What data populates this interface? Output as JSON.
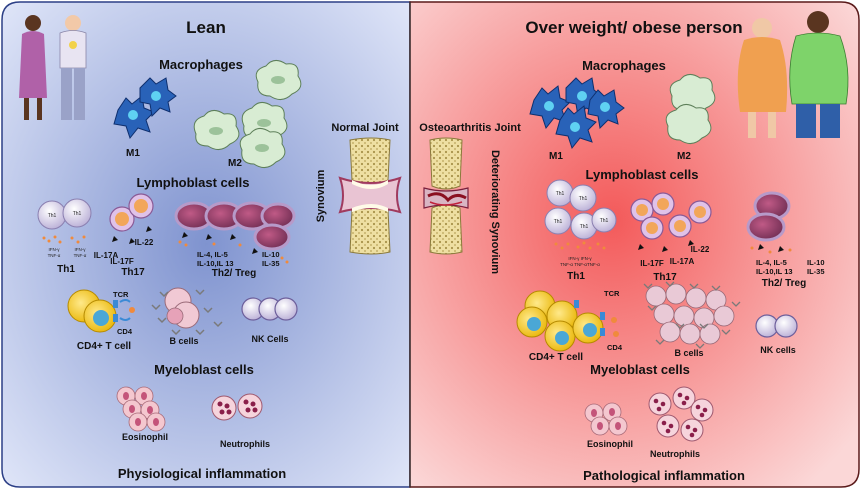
{
  "lean": {
    "title": "Lean",
    "macrophages": "Macrophages",
    "m1": "M1",
    "m2": "M2",
    "lymphoblast": "Lymphoblast cells",
    "th_cell": "Th1",
    "ifn_tnf_a": "IFN-γ",
    "ifn_tnf_b": "TNF-α",
    "th1": "Th1",
    "il17a": "IL-17A",
    "il17f": "IL-17F",
    "il22": "IL-22",
    "th17": "Th17",
    "il4_il5": "IL-4, IL-5",
    "il10_il13": "IL-10,IL 13",
    "il10": "IL-10",
    "il35": "IL-35",
    "th2_treg": "Th2/ Treg",
    "tcr": "TCR",
    "cd4": "CD4",
    "cd4_t": "CD4+ T cell",
    "b_cells": "B cells",
    "nk_cells": "NK Cells",
    "myeloblast": "Myeloblast cells",
    "eosinophil": "Eosinophil",
    "neutrophils": "Neutrophils",
    "footer": "Physiological inflammation"
  },
  "obese": {
    "title": "Over weight/ obese person",
    "macrophages": "Macrophages",
    "m1": "M1",
    "m2": "M2",
    "lymphoblast": "Lymphoblast cells",
    "th_cell": "Th1",
    "ifn_tnf_a": "IFN-γ  IFN-γ",
    "ifn_tnf_b": "TNF-α  TNF-αTNF-α",
    "th1": "Th1",
    "il17f": "IL-17F",
    "il22": "IL-22",
    "il17a": "IL-17A",
    "th17": "Th17",
    "il4_il5": "IL-4, IL-5",
    "il10_il13": "IL-10,IL 13",
    "il10": "IL-10",
    "il35": "IL-35",
    "th2_treg": "Th2/ Treg",
    "tcr": "TCR",
    "cd4": "CD4",
    "cd4_t": "CD4+ T cell",
    "b_cells": "B cells",
    "nk_cells": "NK cells",
    "myeloblast": "Myeloblast cells",
    "eosinophil": "Eosinophil",
    "neutrophils": "Neutrophils",
    "footer": "Pathological inflammation"
  },
  "joints": {
    "normal": "Normal Joint",
    "oa": "Osteoarthritis Joint",
    "synovium": "Synovium",
    "deteriorating": "Deteriorating Synovium"
  },
  "colors": {
    "lean_bg": "#c7d2f1",
    "obese_bg": "#f49a9a",
    "macrophage_m1": "#1f5fb8",
    "macrophage_m2": "#d6ecd2",
    "lymph_purple": "#b27cc0",
    "cytokine": "#f08a3c"
  }
}
